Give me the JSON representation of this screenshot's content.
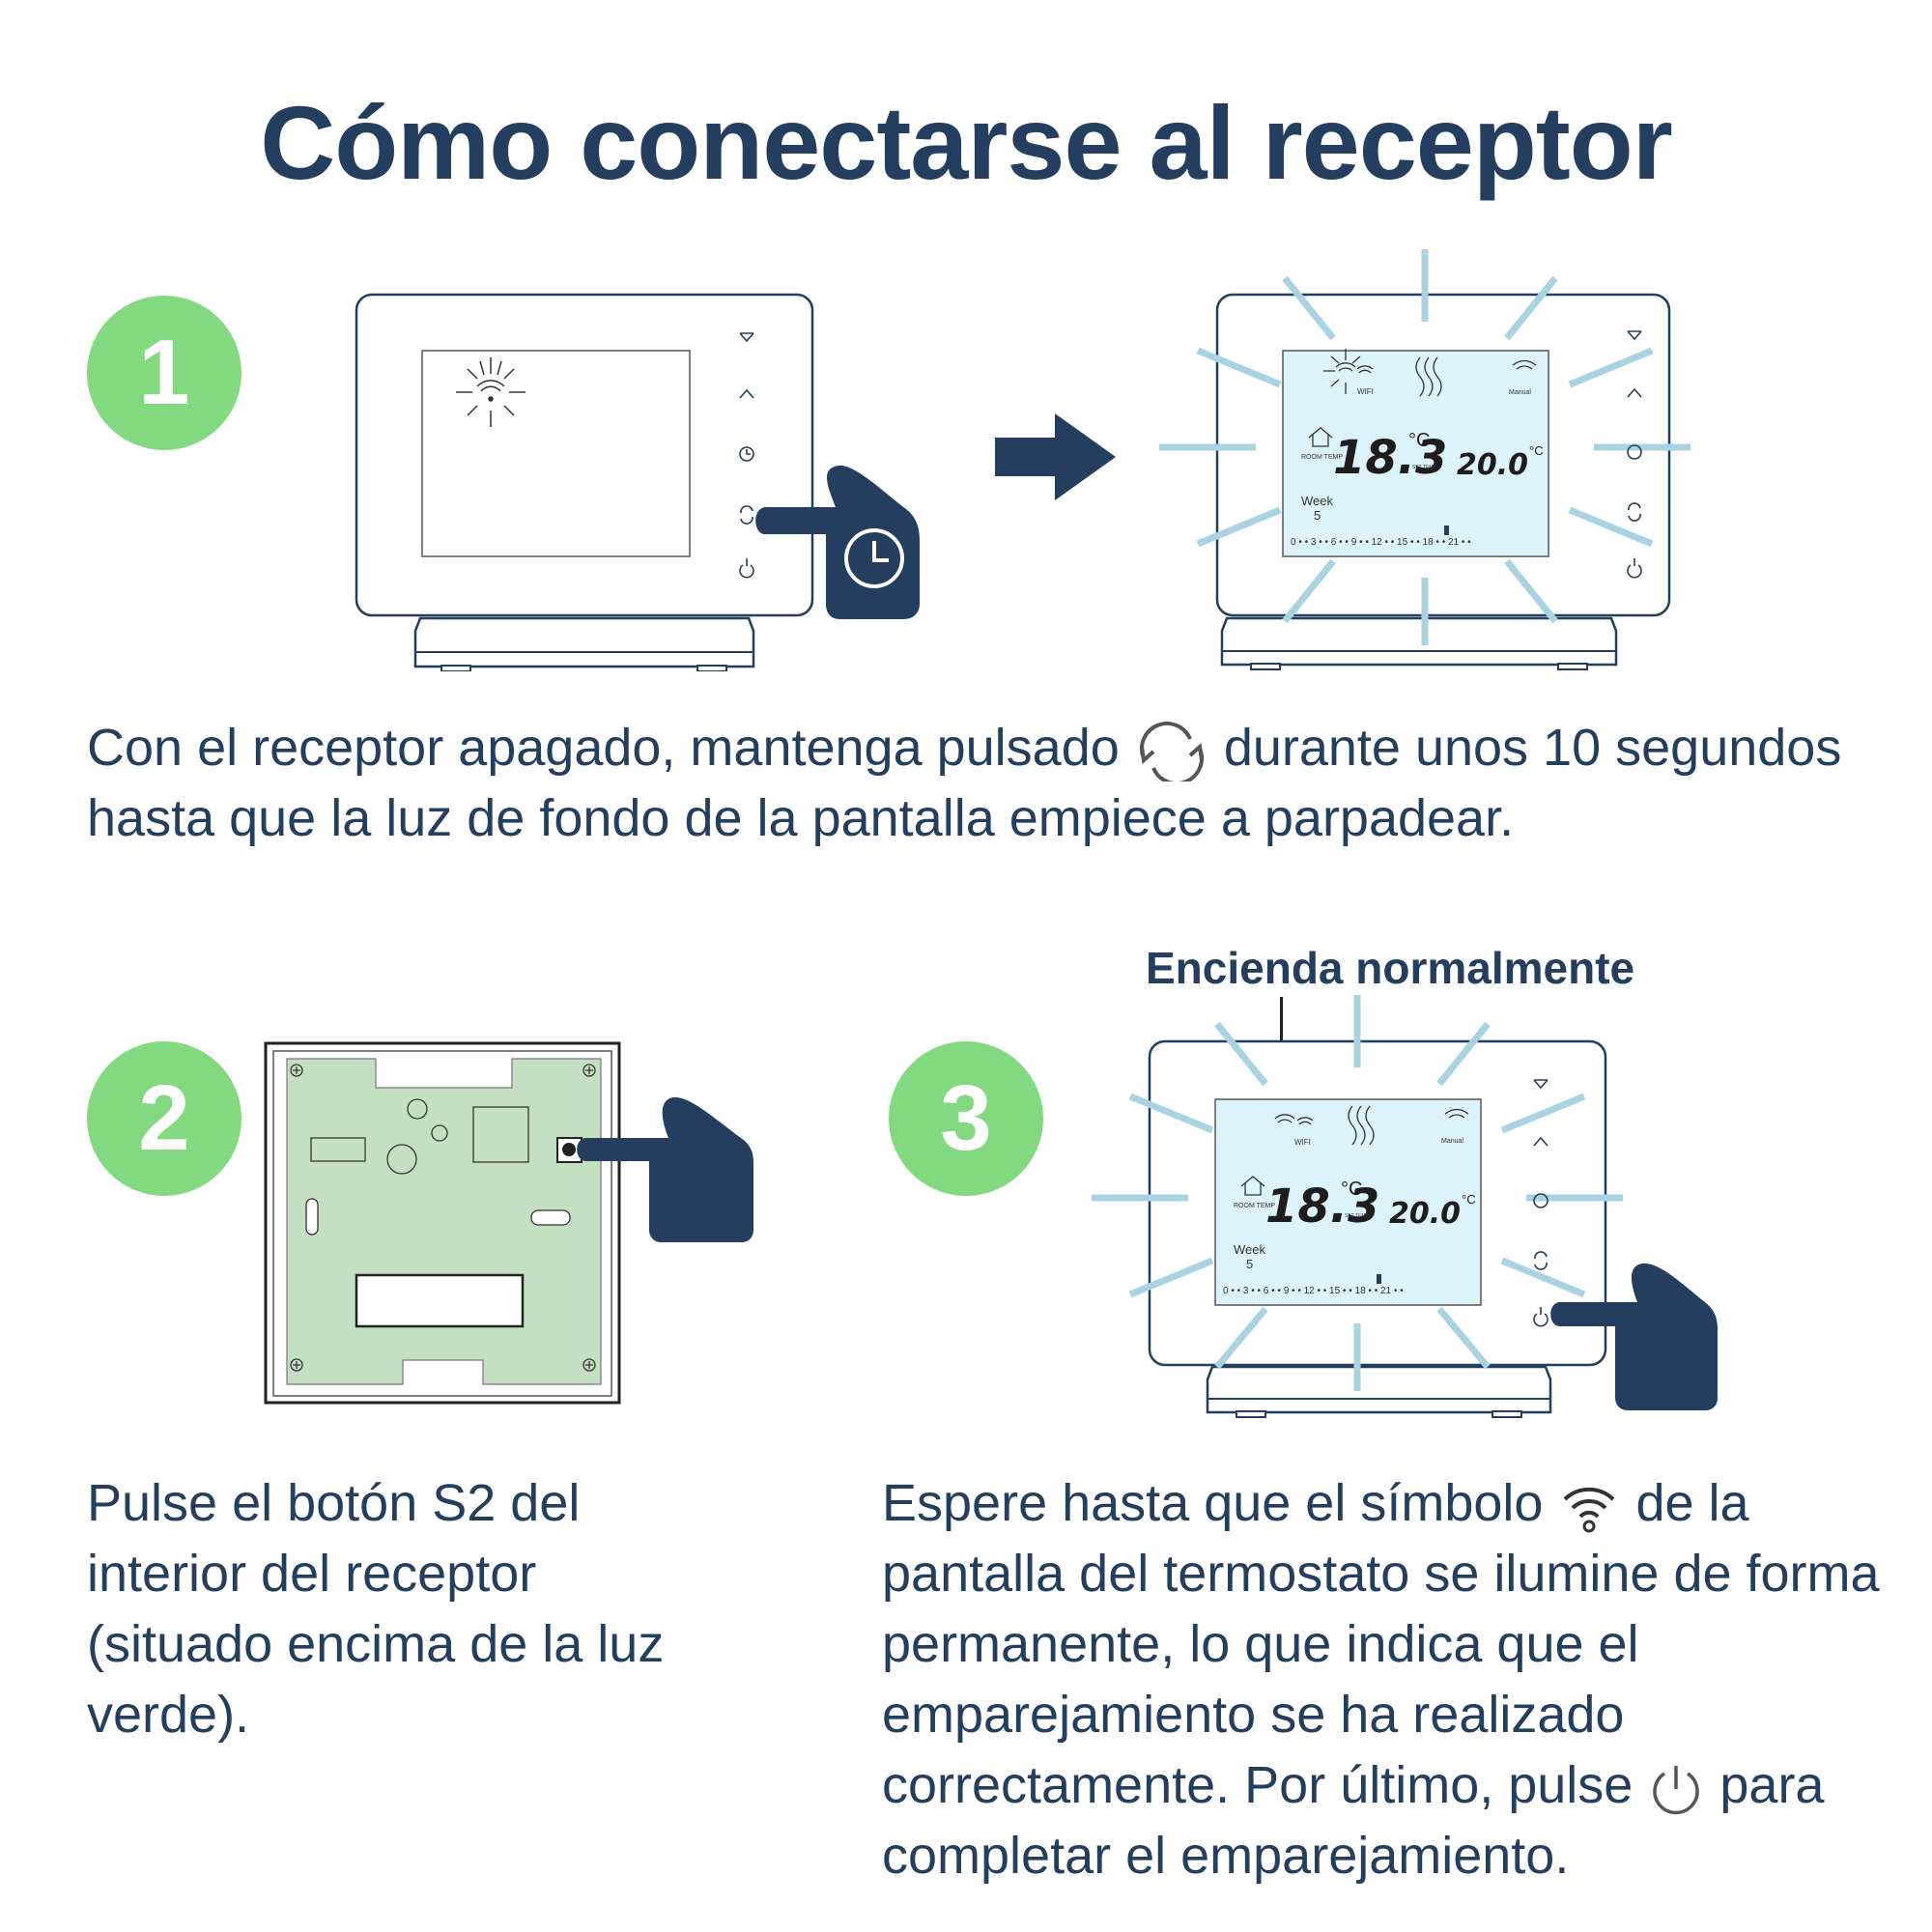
{
  "title": "Cómo conectarse al receptor",
  "colors": {
    "navy": "#233e5e",
    "green_badge": "#82d97f",
    "lcd_blue": "#ddf3fb",
    "glow_blue": "#a9d3e3",
    "pcb_green": "#c4dfc1"
  },
  "steps": [
    {
      "number": "1",
      "text_before_icon": "Con el receptor apagado, mantenga pulsado",
      "icon": "cycle-arrows-icon",
      "text_after_icon": "durante unos 10 segundos hasta que la luz de fondo de la pantalla empiece a parpadear."
    },
    {
      "number": "2",
      "text": "Pulse el botón S2 del interior del receptor (situado encima de la luz verde)."
    },
    {
      "number": "3",
      "callout": "Encienda normalmente",
      "text_before_icon": "Espere hasta que el símbolo",
      "icon": "wifi-icon",
      "text_middle": "de la pantalla del termostato se ilumine de forma permanente, lo que indica que el emparejamiento se ha realizado correctamente. Por último, pulse",
      "icon2": "power-icon",
      "text_after_icon": "para completar el emparejamiento."
    }
  ],
  "thermostat_display": {
    "room_temp": "18.3",
    "room_unit": "°C",
    "set_temp": "20.0",
    "set_unit": "°C",
    "room_label": "ROOM TEMP",
    "set_label": "SET TEMP",
    "week_label": "Week",
    "week_value": "5",
    "mode": "Manual",
    "wifi_label": "WIFI",
    "hour_ticks": [
      "0",
      "3",
      "6",
      "9",
      "12",
      "15",
      "18",
      "21"
    ]
  }
}
